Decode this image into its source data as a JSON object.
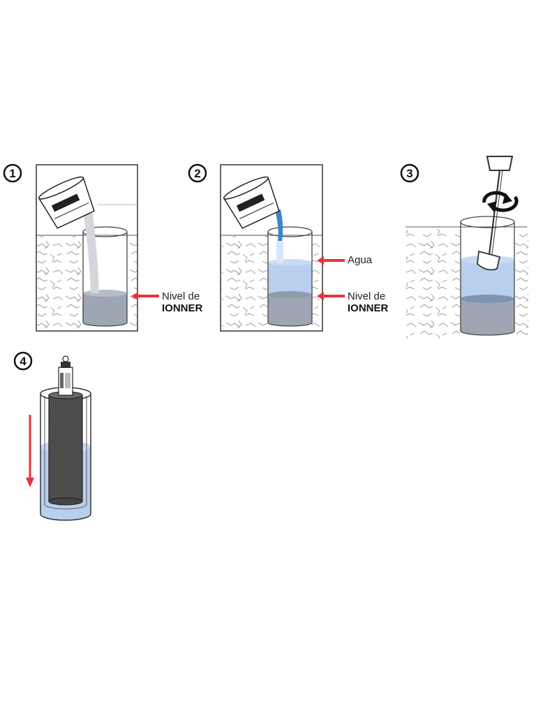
{
  "steps": [
    {
      "number": "1",
      "labels": [
        {
          "line1": "Nivel de",
          "line2": "IONNER"
        }
      ]
    },
    {
      "number": "2",
      "labels": [
        {
          "line1": "Agua"
        },
        {
          "line1": "Nivel de",
          "line2": "IONNER"
        }
      ]
    },
    {
      "number": "3"
    },
    {
      "number": "4"
    }
  ],
  "colors": {
    "arrow": "#e8323c",
    "water": "#b9cfee",
    "ionner": "#9ea6b3",
    "pour_water": "#3a86c8",
    "outline": "#333333"
  }
}
